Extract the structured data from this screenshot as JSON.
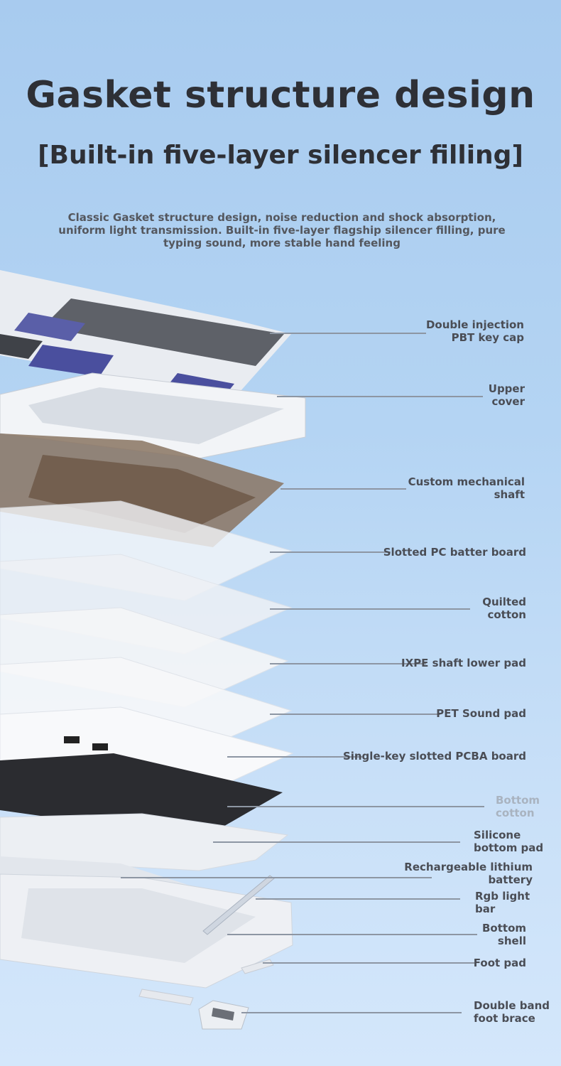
{
  "header": {
    "title": "Gasket structure design",
    "subtitle": "[Built-in five-layer silencer filling]",
    "description": "Classic Gasket structure design, noise reduction and shock absorption, uniform light transmission. Built-in five-layer flagship silencer filling, pure typing sound, more stable hand feeling"
  },
  "layers": [
    {
      "line1": "Double injection",
      "line2": "PBT key cap"
    },
    {
      "line1": "Upper",
      "line2": "cover"
    },
    {
      "line1": "Custom mechanical",
      "line2": "shaft"
    },
    {
      "line1": "Slotted PC batter board"
    },
    {
      "line1": "Quilted",
      "line2": "cotton"
    },
    {
      "line1": "IXPE shaft lower pad"
    },
    {
      "line1": "PET Sound pad"
    },
    {
      "line1": "Single-key slotted PCBA board"
    },
    {
      "line1": "Bottom",
      "line2": "cotton"
    },
    {
      "line1": "Silicone",
      "line2": "bottom pad"
    },
    {
      "line1": "Rechargeable lithium",
      "line2": "battery"
    },
    {
      "line1": "Rgb light",
      "line2": "bar"
    },
    {
      "line1": "Bottom",
      "line2": "shell"
    },
    {
      "line1": "Foot pad"
    },
    {
      "line1": "Double band",
      "line2": "foot brace"
    }
  ]
}
